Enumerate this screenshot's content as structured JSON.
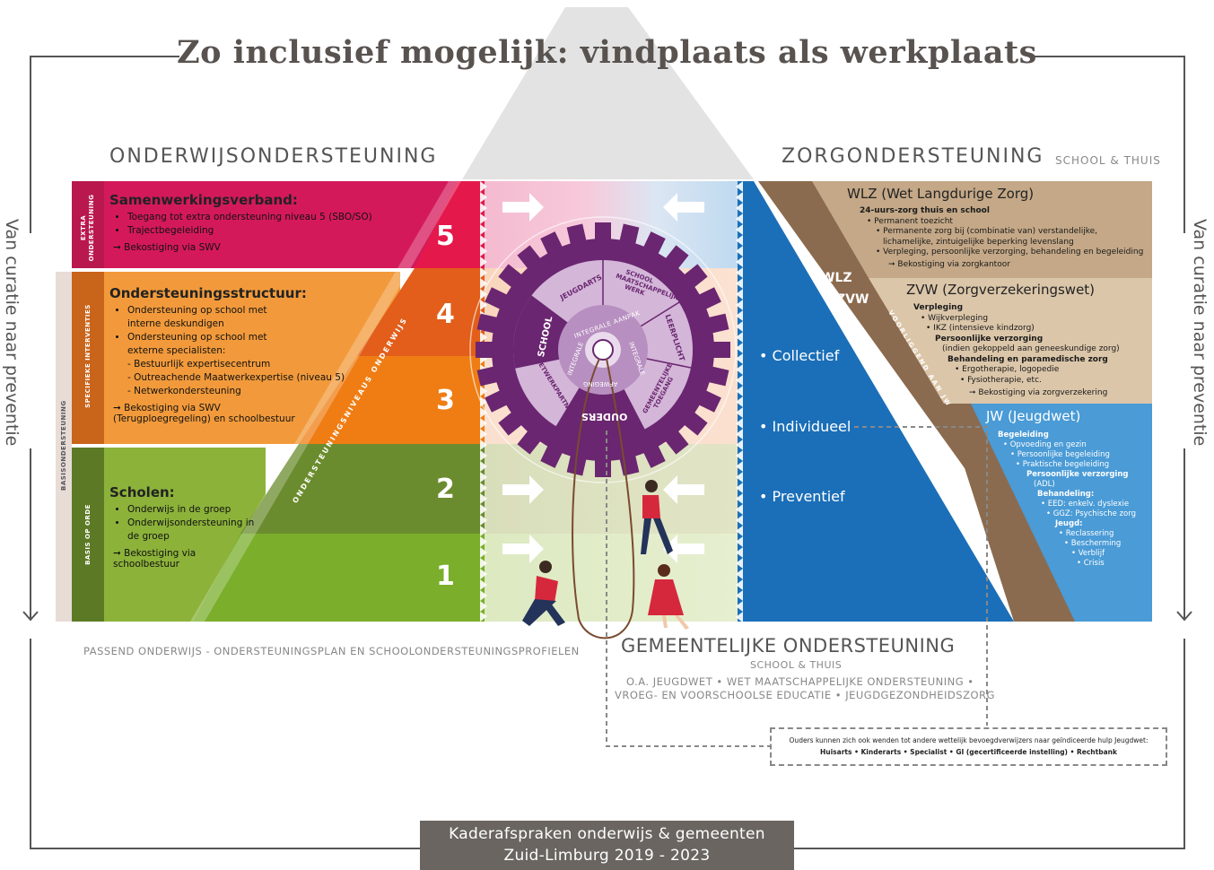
{
  "title": "Zo inclusief mogelijk: vindplaats als werkplaats",
  "side_left": "Van curatie naar preventie",
  "side_right": "Van curatie naar preventie",
  "sections": {
    "onderwijs": "ONDERWIJSONDERSTEUNING",
    "zorg": "ZORGONDERSTEUNING",
    "zorg_sub": "SCHOOL & THUIS"
  },
  "left_bands": {
    "extra": "EXTRA ONDERSTEUNING",
    "specifiek": "SPECIFIEKE INTERVENTIES",
    "basis_orde": "BASIS OP ORDE",
    "basisondersteuning": "BASISONDERSTEUNING"
  },
  "boxes": {
    "swv": {
      "title": "Samenwerkingsverband:",
      "items": [
        "Toegang tot extra ondersteuning niveau 5 (SBO/SO)",
        "Trajectbegeleiding"
      ],
      "funding": "Bekostiging via SWV"
    },
    "structuur": {
      "title": "Ondersteuningsstructuur:",
      "item1": "Ondersteuning op school met interne deskundigen",
      "item2": "Ondersteuning op school met externe specialisten:",
      "sub": [
        "Bestuurlijk expertisecentrum",
        "Outreachende Maatwerkexpertise (niveau 5)",
        "Netwerkondersteuning"
      ],
      "funding": "Bekostiging via SWV (Terugploegregeling) en schoolbestuur"
    },
    "scholen": {
      "title": "Scholen:",
      "items": [
        "Onderwijs in de groep",
        "Onderwijsondersteuning in de groep"
      ],
      "funding": "Bekostiging via schoolbestuur"
    }
  },
  "levels": [
    "5",
    "4",
    "3",
    "2",
    "1"
  ],
  "niveaus_label": "ONDERSTEUNINGSNIVEAUS ONDERWIJS",
  "gear": {
    "center_ring": "INTEGRALE AANPAK",
    "inner_left": "INTEGRALE",
    "inner_right": "INTEGRALE",
    "inner_bottom": "AFWEGING",
    "segments": [
      "JEUGDARTS",
      "SCHOOL MAATSCHAPPELIJK WERK",
      "LEERPLICHT",
      "GEMEENTELIJKE TOEGANG",
      "OUDERS",
      "NETWERKPARTNERS",
      "SCHOOL"
    ]
  },
  "care_levels": [
    "Collectief",
    "Individueel",
    "Preventief"
  ],
  "diag": {
    "wlz": "WLZ",
    "zvw": "ZVW",
    "jw_label": "VOORLIGGEND AAN JW"
  },
  "wlz": {
    "title": "WLZ (Wet Langdurige Zorg)",
    "head": "24-uurs-zorg thuis en school",
    "items": [
      "Permanent toezicht",
      "Permanente zorg bij (combinatie van) verstandelijke,",
      "lichamelijke, zintuigelijke beperking levenslang",
      "Verpleging, persoonlijke verzorging, behandeling en begeleiding"
    ],
    "funding": "Bekostiging via zorgkantoor"
  },
  "zvw": {
    "title": "ZVW (Zorgverzekeringswet)",
    "lines": [
      "Verpleging",
      "Wijkverpleging",
      "IKZ (intensieve kindzorg)",
      "Persoonlijke verzorging",
      "(indien gekoppeld aan geneeskundige zorg)",
      "Behandeling en paramedische zorg",
      "Ergotherapie, logopedie",
      "Fysiotherapie, etc."
    ],
    "funding": "Bekostiging via zorgverzekering"
  },
  "jw": {
    "title": "JW (Jeugdwet)",
    "lines": [
      "Begeleiding",
      "Opvoeding en gezin",
      "Persoonlijke begeleiding",
      "Praktische begeleiding",
      "Persoonlijke verzorging",
      "(ADL)",
      "Behandeling:",
      "EED: enkelv. dyslexie",
      "GGZ: Psychische zorg",
      "Jeugd:",
      "Reclassering",
      "Bescherming",
      "Verblijf",
      "Crisis"
    ]
  },
  "passend": "PASSEND ONDERWIJS - ONDERSTEUNINGSPLAN EN SCHOOLONDERSTEUNINGSPROFIELEN",
  "gemeente": {
    "title": "GEMEENTELIJKE ONDERSTEUNING",
    "sub": "SCHOOL & THUIS",
    "line1": "O.A. JEUGDWET • WET MAATSCHAPPELIJKE ONDERSTEUNING •",
    "line2": "VROEG- EN VOORSCHOOLSE EDUCATIE • JEUGDGEZONDHEIDSZORG"
  },
  "ouders_box": {
    "line1": "Ouders kunnen zich ook wenden tot andere wettelijk bevoegdverwijzers naar geïndiceerde hulp Jeugdwet:",
    "line2": "Huisarts • Kinderarts • Specialist • GI (gecertificeerde instelling) • Rechtbank"
  },
  "footer": {
    "line1": "Kaderafspraken onderwijs & gemeenten",
    "line2": "Zuid-Limburg 2019 - 2023"
  },
  "colors": {
    "pink": "#d4195a",
    "red": "#e4184a",
    "orange": "#f08a22",
    "orange_dark": "#e25e1a",
    "olive": "#6b8c2e",
    "green": "#7aae2b",
    "blue": "#1b6fb8",
    "brown": "#8b6b4f",
    "tan": "#c9ae8d",
    "light_blue": "#4a9bd6",
    "purple": "#6a2670",
    "footer": "#6a6560"
  }
}
